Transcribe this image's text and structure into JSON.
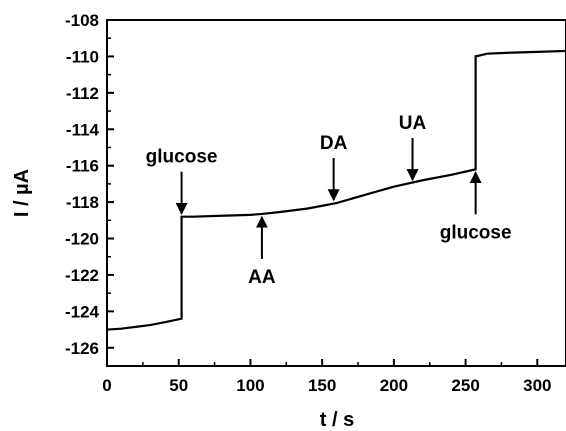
{
  "chart_data": {
    "type": "line",
    "xlabel": "t / s",
    "ylabel": "I / µA",
    "xlim": [
      0,
      320
    ],
    "ylim": [
      -127,
      -108
    ],
    "xticks": [
      0,
      50,
      100,
      150,
      200,
      250,
      300
    ],
    "yticks": [
      -126,
      -124,
      -122,
      -120,
      -118,
      -116,
      -114,
      -112,
      -110,
      -108
    ],
    "grid": false,
    "series": [
      {
        "color": "#000000",
        "x": [
          0,
          10,
          20,
          30,
          40,
          52,
          52,
          60,
          80,
          100,
          108,
          120,
          140,
          160,
          180,
          200,
          220,
          240,
          257,
          257,
          265,
          280,
          300,
          320
        ],
        "y": [
          -125.0,
          -124.95,
          -124.85,
          -124.75,
          -124.6,
          -124.4,
          -118.8,
          -118.8,
          -118.75,
          -118.7,
          -118.65,
          -118.55,
          -118.35,
          -118.05,
          -117.6,
          -117.15,
          -116.8,
          -116.5,
          -116.2,
          -110.0,
          -109.85,
          -109.8,
          -109.75,
          -109.7
        ]
      }
    ],
    "annotations": [
      {
        "text": "glucose",
        "x": 52,
        "y": -118.8,
        "arrow": "down"
      },
      {
        "text": "AA",
        "x": 108,
        "y": -118.65,
        "arrow": "up"
      },
      {
        "text": "DA",
        "x": 158,
        "y": -118.05,
        "arrow": "down"
      },
      {
        "text": "UA",
        "x": 213,
        "y": -116.95,
        "arrow": "down"
      },
      {
        "text": "glucose",
        "x": 257,
        "y": -116.2,
        "arrow": "up"
      }
    ]
  }
}
